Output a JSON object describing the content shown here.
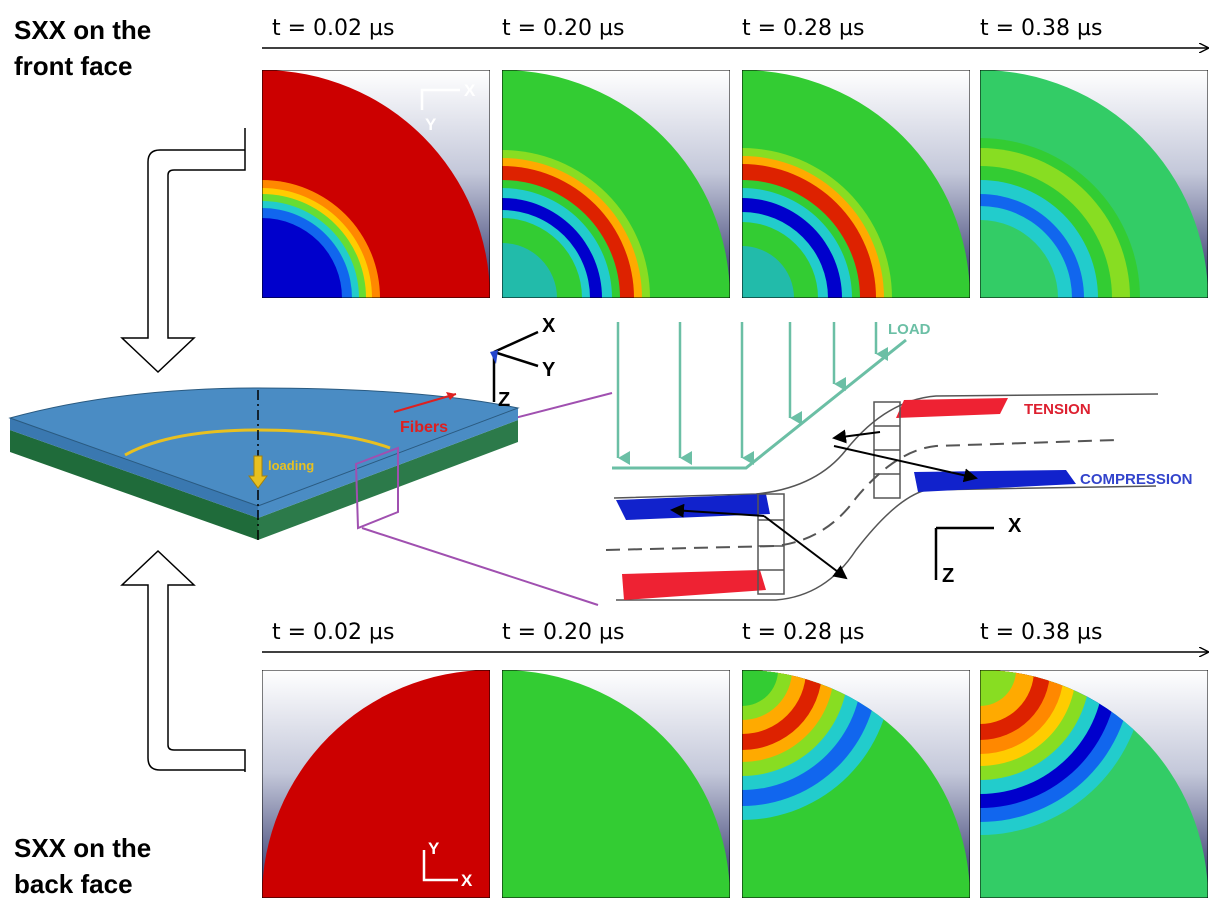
{
  "front_face": {
    "title_line1": "SXX on the",
    "title_line2": "front face",
    "times": [
      "t = 0.02 µs",
      "t = 0.20 µs",
      "t = 0.28 µs",
      "t = 0.38 µs"
    ],
    "axis_x": "X",
    "axis_y": "Y"
  },
  "back_face": {
    "title_line1": "SXX on the",
    "title_line2": "back face",
    "times": [
      "t = 0.02 µs",
      "t = 0.20 µs",
      "t = 0.28 µs",
      "t = 0.38 µs"
    ],
    "axis_x": "X",
    "axis_y": "Y"
  },
  "specimen": {
    "fibers_label": "Fibers",
    "loading_label": "loading",
    "axis_x": "X",
    "axis_y": "Y",
    "axis_z": "Z"
  },
  "bending_sketch": {
    "load_label": "LOAD",
    "tension_label": "TENSION",
    "compression_label": "COMPRESSION",
    "axis_x": "X",
    "axis_z": "Z"
  },
  "colors": {
    "red": "#cc0000",
    "green": "#33cc33",
    "blue": "#0000cc",
    "teal": "#6bbfa5",
    "plate_top": "#4a8cc4",
    "plate_bottom": "#2c7a4a",
    "connector": "#a050b0"
  }
}
